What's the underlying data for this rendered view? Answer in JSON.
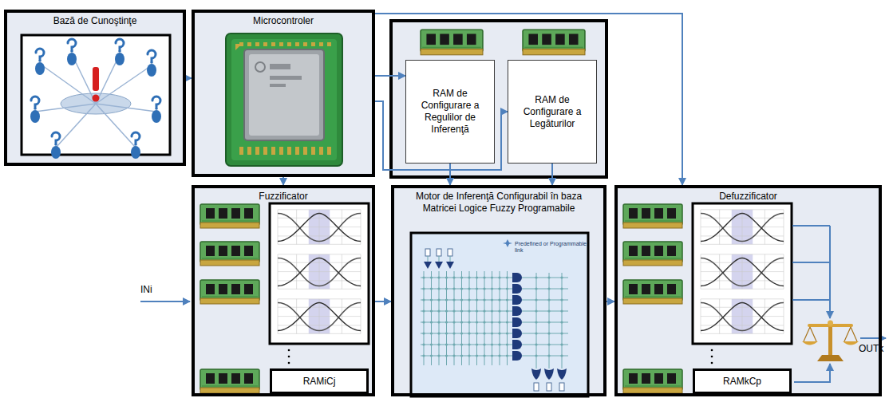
{
  "diagram": {
    "nodes": [
      {
        "text": [
          "Bază de Cunoştinţe"
        ]
      },
      {
        "text": [
          "Microcontroler"
        ]
      },
      {
        "text": [
          "RAM de Configurare a Regulilor de Inferenţă"
        ]
      },
      {
        "text": [
          "RAM de Configurare a Legăturilor"
        ]
      },
      {
        "text": [
          "Fuzzificator"
        ]
      },
      {
        "text": [
          "RAMiCj"
        ],
        "in": 4
      },
      {
        "text": [
          "Motor de Inferenţă Configurabil în baza Matricei Logice Fuzzy Programabile"
        ]
      },
      {
        "text": [
          "Defuzzificator"
        ]
      },
      {
        "text": [
          "RAMkCp"
        ],
        "in": 7
      }
    ],
    "edges": [
      {
        "from": 0,
        "to": 1,
        "arrow": "to"
      },
      {
        "from": 1,
        "to": 2,
        "arrow": "to"
      },
      {
        "from": 1,
        "to": 3,
        "arrow": "to"
      },
      {
        "from": 1,
        "to": 7,
        "arrow": "to"
      },
      {
        "from": 1,
        "to": 4,
        "arrow": "to"
      },
      {
        "from": 2,
        "to": 6,
        "arrow": "to"
      },
      {
        "from": 3,
        "to": 6,
        "arrow": "to"
      },
      {
        "from": 4,
        "to": 6,
        "arrow": "to"
      },
      {
        "from": 6,
        "to": 7,
        "arrow": "to"
      }
    ],
    "labels": [
      "INi",
      "OUTk",
      "Predefined or Programmable link"
    ]
  }
}
